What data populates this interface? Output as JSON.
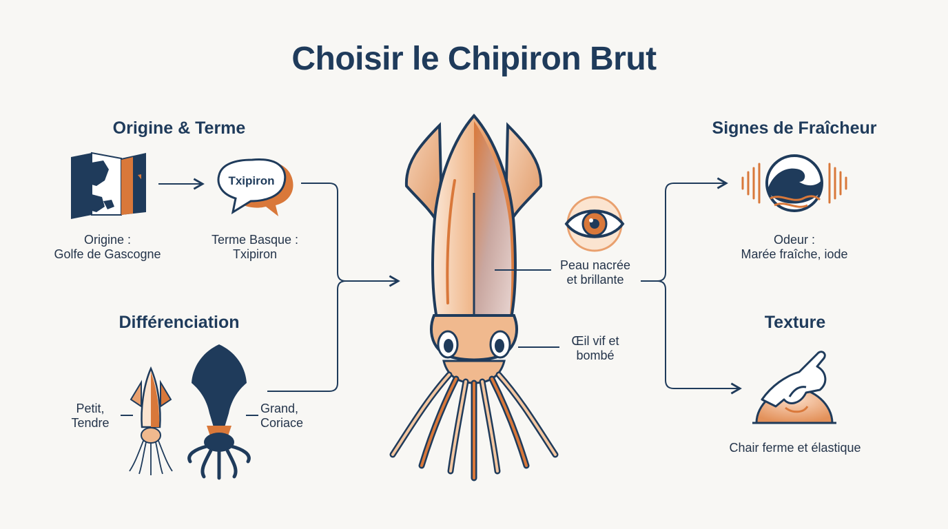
{
  "title": "Choisir le Chipiron Brut",
  "colors": {
    "navy": "#1f3b5b",
    "orange": "#d9783a",
    "background": "#f8f7f4"
  },
  "sections": {
    "origine": {
      "heading": "Origine & Terme",
      "map_caption": [
        "Origine :",
        "Golfe de Gascogne"
      ],
      "bubble_word": "Txipiron",
      "bubble_caption": [
        "Terme Basque :",
        "Txipiron"
      ]
    },
    "differenciation": {
      "heading": "Différenciation",
      "small_label": [
        "Petit,",
        "Tendre"
      ],
      "large_label": [
        "Grand,",
        "Coriace"
      ]
    },
    "center": {
      "skin_label": [
        "Peau nacrée",
        "et brillante"
      ],
      "eye_label": [
        "Œil vif et",
        "bombé"
      ]
    },
    "fraicheur": {
      "heading": "Signes de Fraîcheur",
      "caption": [
        "Odeur :",
        "Marée fraîche, iode"
      ]
    },
    "texture": {
      "heading": "Texture",
      "caption": "Chair ferme et élastique"
    }
  },
  "icons": [
    "map-icon",
    "speech-bubble-icon",
    "small-squid-icon",
    "large-squid-icon",
    "squid-illustration",
    "eye-icon",
    "wave-smell-icon",
    "hand-press-icon"
  ]
}
